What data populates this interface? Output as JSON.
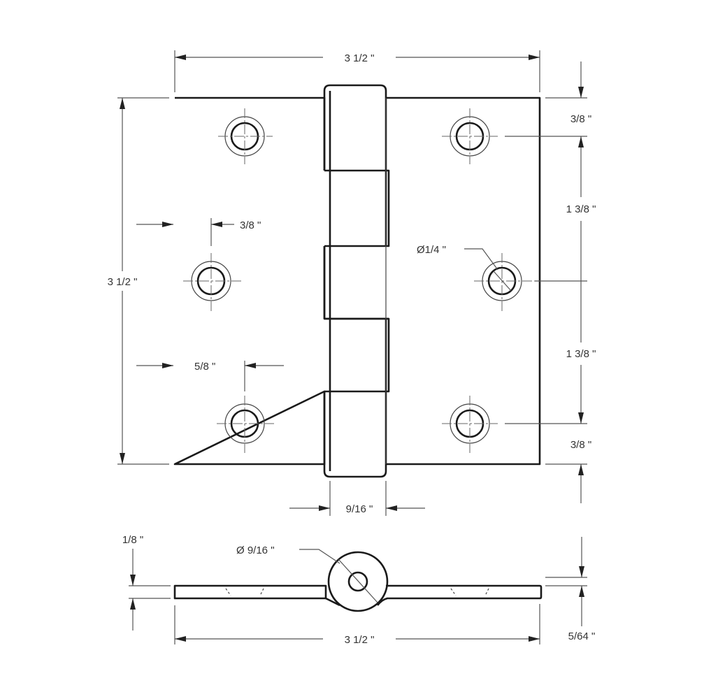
{
  "drawing": {
    "title": "Butt hinge dimension drawing",
    "colors": {
      "line": "#1a1a1a",
      "dimension": "#555555",
      "text": "#333333",
      "background": "#ffffff"
    },
    "top_view": {
      "overall_width_label": "3 1/2 \"",
      "overall_height_label": "3 1/2 \"",
      "knuckle_width_label": "9/16 \"",
      "edge_to_hole_top_label": "3/8 \"",
      "edge_to_hole_bottom_label": "5/8 \"",
      "hole_diameter_label": "Ø1/4 \"",
      "right_dimensions": [
        {
          "label": "3/8 \""
        },
        {
          "label": "1 3/8 \""
        },
        {
          "label": "1 3/8 \""
        },
        {
          "label": "3/8 \""
        }
      ],
      "holes_left_leaf": 3,
      "holes_right_leaf": 3,
      "knuckles": 5
    },
    "side_view": {
      "thickness_label": "1/8 \"",
      "leaf_thickness_label": "5/64 \"",
      "barrel_diameter_label": "Ø 9/16 \"",
      "overall_width_label": "3 1/2 \""
    }
  }
}
